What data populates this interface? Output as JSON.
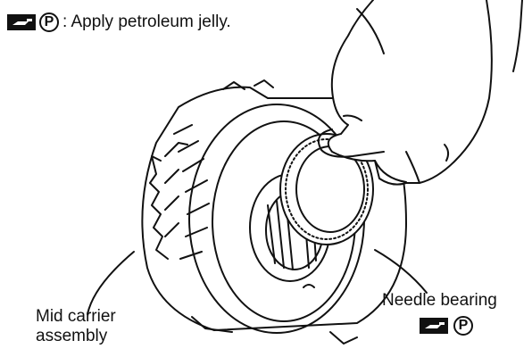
{
  "legend": {
    "symbol": "P",
    "text": ": Apply petroleum jelly."
  },
  "labels": {
    "mid_carrier_line1": "Mid carrier",
    "mid_carrier_line2": "assembly",
    "needle_bearing": "Needle bearing",
    "needle_symbol": "P"
  },
  "icons": [
    "petroleum-jelly-icon",
    "p-circle-icon",
    "hand-icon",
    "needle-bearing-icon",
    "mid-carrier-icon"
  ]
}
